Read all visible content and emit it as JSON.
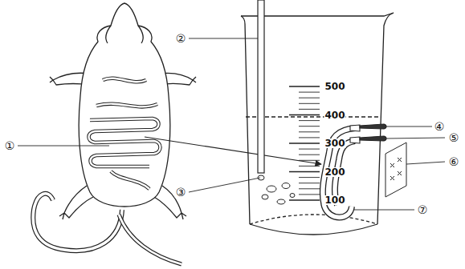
{
  "diagram": {
    "labels": [
      "①",
      "②",
      "③",
      "④",
      "⑤",
      "⑥",
      "⑦",
      "500",
      "400",
      "300",
      "200",
      "100"
    ]
  }
}
